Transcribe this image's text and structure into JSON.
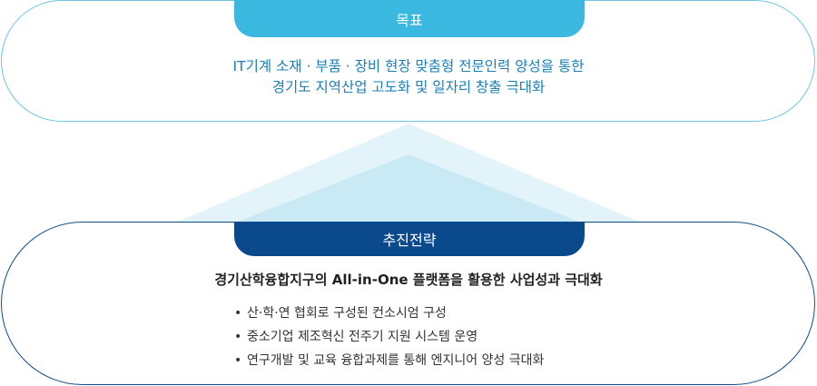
{
  "goal": {
    "tab_label": "목표",
    "lines": [
      "IT기계 소재 · 부품 · 장비 현장 맞춤형 전문인력 양성을 통한",
      "경기도 지역산업 고도화 및 일자리 창출 극대화"
    ]
  },
  "strategy": {
    "tab_label": "추진전략",
    "heading": "경기산학융합지구의 All-in-One 플랫폼을 활용한 사업성과 극대화",
    "items": [
      "산·학·연 협회로 구성된 컨소시엄 구성",
      "중소기업 제조혁신 전주기 지원 시스템 운영",
      "연구개발 및 교육 융합과제를 통해 엔지니어 양성 극대화"
    ]
  },
  "colors": {
    "goal_accent": "#3bb8df",
    "strategy_accent": "#0a4a8c",
    "goal_text": "#1a7fb5",
    "pyramid_outer": "#e3f3fa",
    "pyramid_inner": "#c9e9f5"
  }
}
